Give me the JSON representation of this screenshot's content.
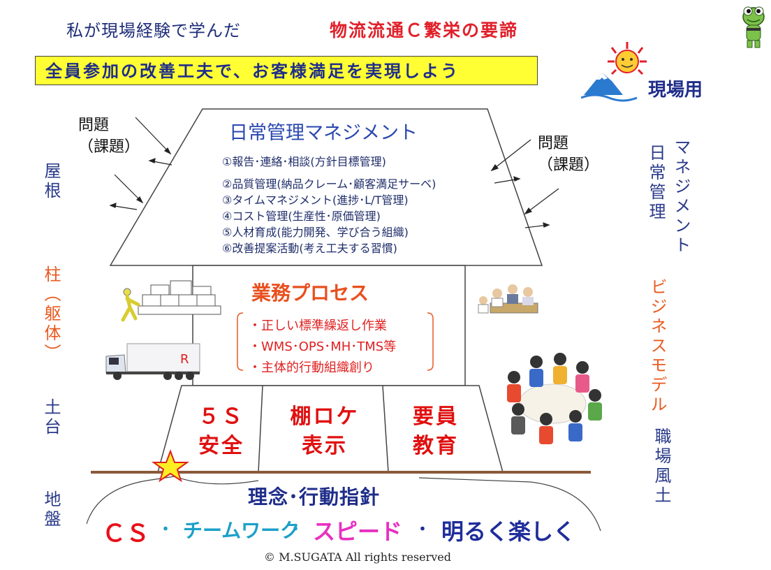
{
  "title": {
    "prefix": "私が現場経験で学んだ",
    "highlight": "物流流通Ｃ繁栄の要諦"
  },
  "slogan": "全員参加の改善工夫で、お客様満足を実現しよう",
  "badge": "現場用",
  "left_labels": {
    "roof": "屋根",
    "pillar": "柱（躯体）",
    "base": "土台",
    "ground": "地盤"
  },
  "right_labels": {
    "management_a": "マネジメント",
    "management_b": "日常管理",
    "business_model": "ビジネスモデル",
    "culture": "職場風土"
  },
  "problem_label": "問題\n（課題）",
  "roof": {
    "title": "日常管理マネジメント",
    "items": [
      "①報告･連絡･相談(方針目標管理)",
      "②品質管理(納品クレーム･顧客満足サーベ)",
      "③タイムマネジメント(進捗･L/T管理)",
      "④コスト管理(生産性･原価管理)",
      "⑤人材育成(能力開発、学び合う組織)",
      "⑥改善提案活動(考え工夫する習慣)"
    ]
  },
  "process": {
    "title": "業務プロセス",
    "items": [
      "・正しい標準繰返し作業",
      "・WMS･OPS･MH･TMS等",
      "・主体的行動組織創り"
    ]
  },
  "pillars": [
    {
      "line1": "５Ｓ",
      "line2": "安全"
    },
    {
      "line1": "棚ロケ",
      "line2": "表示"
    },
    {
      "line1": "要員",
      "line2": "教育"
    }
  ],
  "truck_mark": "R",
  "foundation": {
    "title": "理念･行動指針",
    "values": [
      {
        "text": "ＣＳ",
        "color": "#e8101a"
      },
      {
        "text": "チームワーク",
        "color": "#1aa0c8"
      },
      {
        "text": "スピード",
        "color": "#e830c0"
      },
      {
        "text": "明るく楽しく",
        "color": "#1f2d9a"
      }
    ],
    "separator": "・"
  },
  "copyright": "© M.SUGATA   All rights reserved",
  "colors": {
    "navy": "#2a3a8a",
    "red": "#e0202a",
    "orange": "#e85a20",
    "yellow": "#ffff33"
  }
}
